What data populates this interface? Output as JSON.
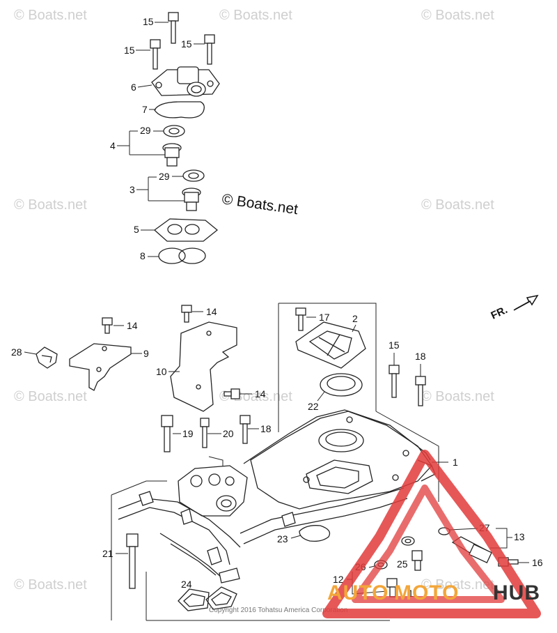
{
  "watermark_text": "© Boats.net",
  "center_copyright": "© Boats.net",
  "footer_copyright": "Copyright 2016 Tohatsu America Corporation",
  "direction_label": "FR.",
  "logo": {
    "part1": "AUTO",
    "part2": "MOTO",
    "part3": "HUB",
    "color_orange": "#f2a63a",
    "color_dark": "#333333",
    "color_red": "#e23b3b"
  },
  "callouts": {
    "c15a": "15",
    "c15b": "15",
    "c15c": "15",
    "c6": "6",
    "c7": "7",
    "c29a": "29",
    "c4": "4",
    "c29b": "29",
    "c3": "3",
    "c5": "5",
    "c8": "8",
    "c14a": "14",
    "c14b": "14",
    "c14c": "14",
    "c17": "17",
    "c2": "2",
    "c28": "28",
    "c9": "9",
    "c10": "10",
    "c22": "22",
    "c15d": "15",
    "c18a": "18",
    "c19": "19",
    "c20": "20",
    "c18b": "18",
    "c1": "1",
    "c27": "27",
    "c13": "13",
    "c23": "23",
    "c21": "21",
    "c26": "26",
    "c25": "25",
    "c16": "16",
    "c12": "12",
    "c11": "11",
    "c24": "24"
  }
}
